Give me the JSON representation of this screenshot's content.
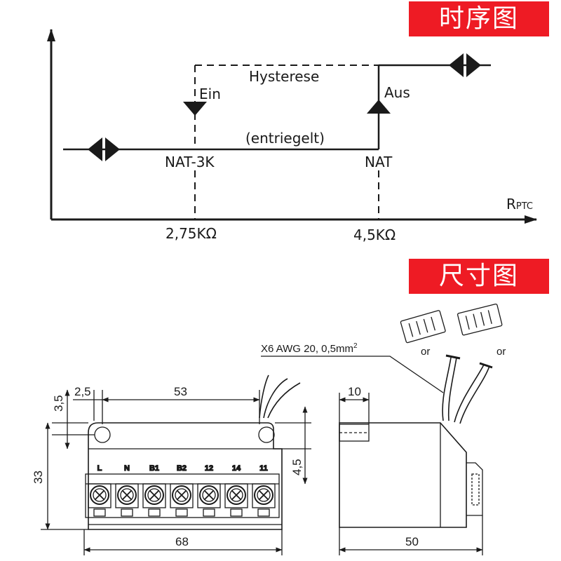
{
  "banners": {
    "timing": "时序图",
    "dimensions": "尺寸图"
  },
  "timing": {
    "hysteresis_label": "Hysterese",
    "on_label": "Ein",
    "off_label": "Aus",
    "unlatched_label": "(entriegelt)",
    "threshold_low_label": "NAT-3K",
    "threshold_high_label": "NAT",
    "axis_label_main": "R",
    "axis_label_sub": "PTC",
    "tick_low": "2,75KΩ",
    "tick_high": "4,5KΩ"
  },
  "dimensions": {
    "wire_spec_text": "X6 AWG 20, 0,5mm",
    "wire_spec_sup": "2",
    "or_left": "or",
    "or_right": "or",
    "dim_hole_offset": "2,5",
    "dim_hole_height": "3,5",
    "dim_hole_spacing": "53",
    "dim_height": "33",
    "dim_width": "68",
    "dim_lead": "4,5",
    "dim_side_small": "10",
    "dim_depth": "50",
    "terminals": [
      "L",
      "N",
      "B1",
      "B2",
      "12",
      "14",
      "11"
    ]
  },
  "colors": {
    "banner_bg": "#ee1b24",
    "line": "#1a1a1a"
  }
}
